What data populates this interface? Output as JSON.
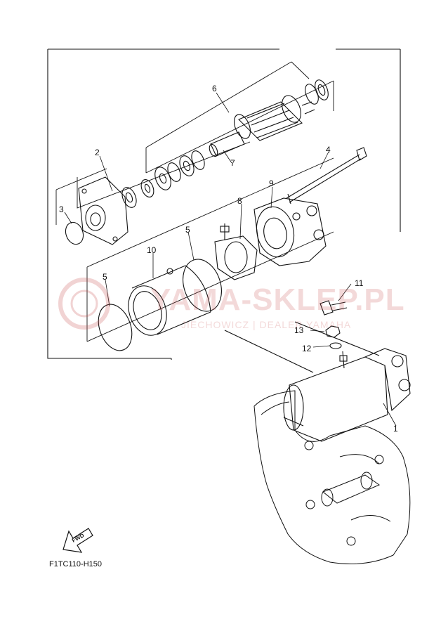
{
  "diagram": {
    "figure_code": "F1TC110-H150",
    "fwd_label": "FWD",
    "callouts": [
      "1",
      "2",
      "3",
      "4",
      "5",
      "5",
      "6",
      "7",
      "8",
      "9",
      "10",
      "11",
      "12",
      "13"
    ]
  },
  "watermark": {
    "main": "YAMA-SKLEP.PL",
    "sub": "JIECHOWICZ | DEALER YAMAHA"
  }
}
